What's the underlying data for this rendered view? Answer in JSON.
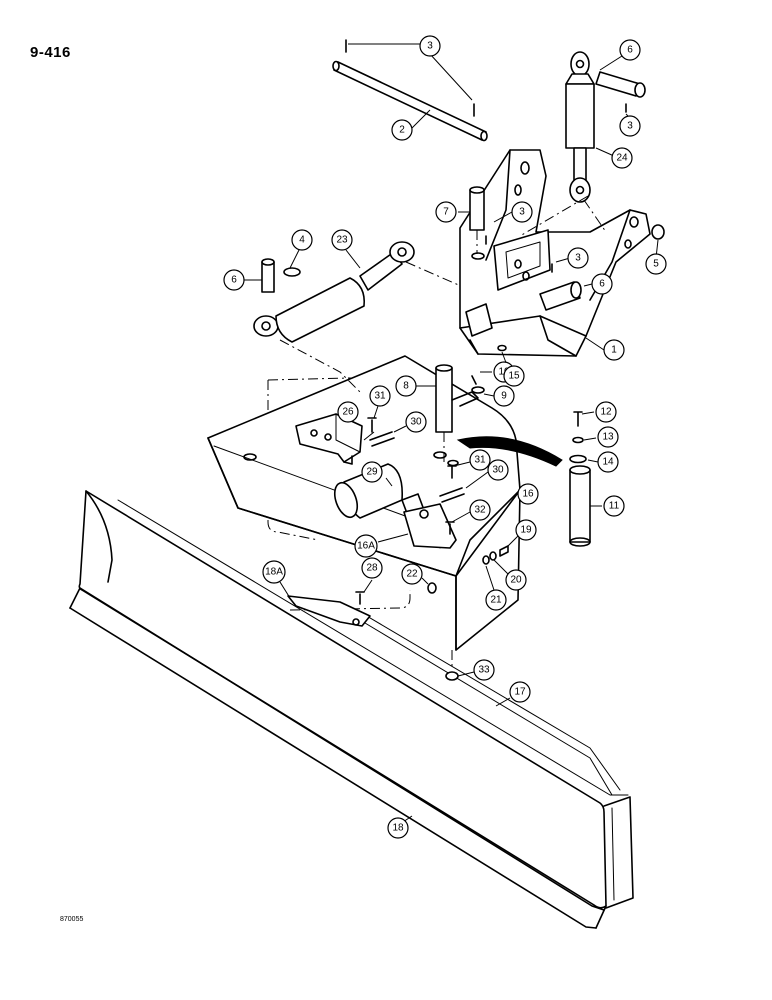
{
  "page_number": "9-416",
  "figure_code": "870055",
  "callouts": [
    {
      "id": "c1",
      "label": "1"
    },
    {
      "id": "c2",
      "label": "2"
    },
    {
      "id": "c3a",
      "label": "3"
    },
    {
      "id": "c3b",
      "label": "3"
    },
    {
      "id": "c3c",
      "label": "3"
    },
    {
      "id": "c3d",
      "label": "3"
    },
    {
      "id": "c4",
      "label": "4"
    },
    {
      "id": "c5",
      "label": "5"
    },
    {
      "id": "c6a",
      "label": "6"
    },
    {
      "id": "c6b",
      "label": "6"
    },
    {
      "id": "c6c",
      "label": "6"
    },
    {
      "id": "c7",
      "label": "7"
    },
    {
      "id": "c8",
      "label": "8"
    },
    {
      "id": "c9",
      "label": "9"
    },
    {
      "id": "c10",
      "label": "10"
    },
    {
      "id": "c11",
      "label": "11"
    },
    {
      "id": "c12",
      "label": "12"
    },
    {
      "id": "c13",
      "label": "13"
    },
    {
      "id": "c14",
      "label": "14"
    },
    {
      "id": "c15",
      "label": "15"
    },
    {
      "id": "c16",
      "label": "16"
    },
    {
      "id": "c16a",
      "label": "16A"
    },
    {
      "id": "c17",
      "label": "17"
    },
    {
      "id": "c18",
      "label": "18"
    },
    {
      "id": "c18a",
      "label": "18A"
    },
    {
      "id": "c19",
      "label": "19"
    },
    {
      "id": "c20",
      "label": "20"
    },
    {
      "id": "c21",
      "label": "21"
    },
    {
      "id": "c22",
      "label": "22"
    },
    {
      "id": "c23",
      "label": "23"
    },
    {
      "id": "c24",
      "label": "24"
    },
    {
      "id": "c26",
      "label": "26"
    },
    {
      "id": "c28",
      "label": "28"
    },
    {
      "id": "c29",
      "label": "29"
    },
    {
      "id": "c30a",
      "label": "30"
    },
    {
      "id": "c30b",
      "label": "30"
    },
    {
      "id": "c31a",
      "label": "31"
    },
    {
      "id": "c31b",
      "label": "31"
    },
    {
      "id": "c32",
      "label": "32"
    },
    {
      "id": "c33",
      "label": "33"
    }
  ]
}
